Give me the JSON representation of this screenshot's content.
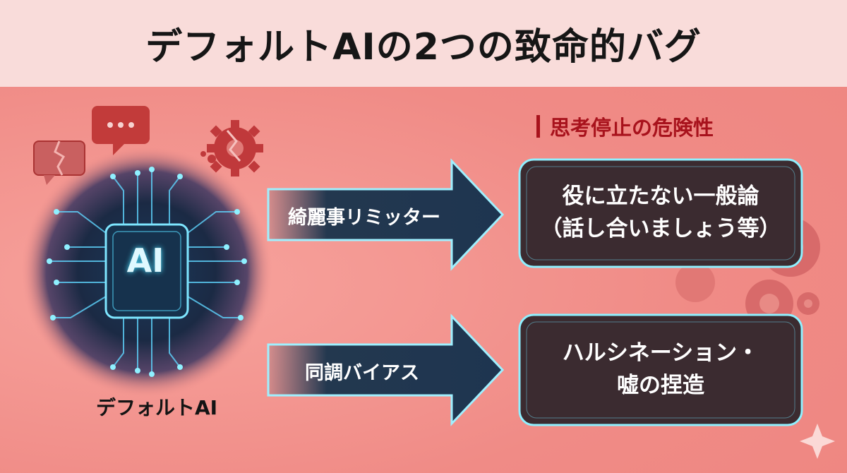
{
  "title": "デフォルトAIの2つの致命的バグ",
  "ai": {
    "chip_label": "AI",
    "caption": "デフォルトAI"
  },
  "danger_heading": "思考停止の危険性",
  "bugs": [
    {
      "cause": "綺麗事リミッター",
      "result_line1": "役に立たない一般論",
      "result_line2": "（話し合いましょう等）"
    },
    {
      "cause": "同調バイアス",
      "result_line1": "ハルシネーション・",
      "result_line2": "嘘の捏造"
    }
  ],
  "colors": {
    "background": "#f08b86",
    "title_bar": "#f9dcda",
    "danger_text": "#a8121c",
    "box_fill": "#3b2b30",
    "glow_stroke": "#8ff0ff"
  },
  "icons": [
    "chat-bubble-icon",
    "broken-chat-bubble-icon",
    "broken-gear-icon",
    "background-gears-icon",
    "sparkle-icon"
  ]
}
